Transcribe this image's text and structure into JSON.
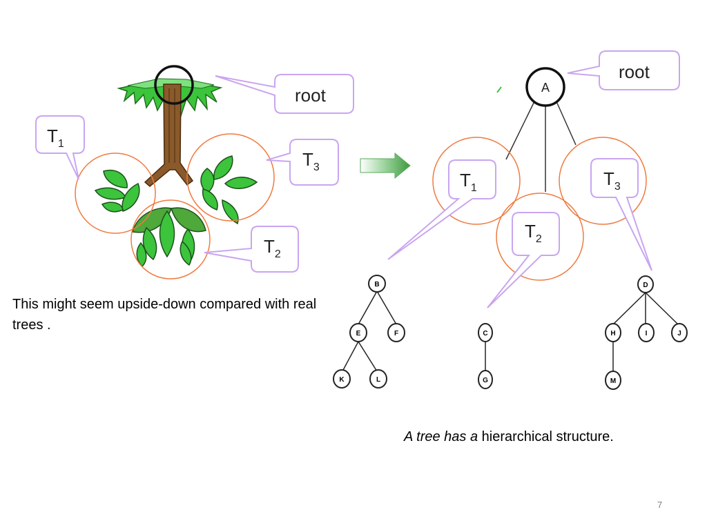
{
  "left_illustration": {
    "root_label": "root",
    "subtrees": [
      {
        "base": "T",
        "sub": "1"
      },
      {
        "base": "T",
        "sub": "2"
      },
      {
        "base": "T",
        "sub": "3"
      }
    ]
  },
  "right_diagram": {
    "root_label": "root",
    "root_node": "A",
    "subtrees": [
      {
        "base": "T",
        "sub": "1"
      },
      {
        "base": "T",
        "sub": "2"
      },
      {
        "base": "T",
        "sub": "3"
      }
    ],
    "tree_nodes": [
      "B",
      "E",
      "F",
      "K",
      "L",
      "C",
      "G",
      "D",
      "H",
      "I",
      "J",
      "M"
    ]
  },
  "captions": {
    "left": "This might seem upside-down compared with real trees .",
    "right_italic": "A tree has a",
    "right_rest": " hierarchical structure."
  },
  "page_number": "7",
  "colors": {
    "callout_border": "#c9a5f0",
    "subtree_circle": "#f07a3f",
    "leaf_green": "#3cc43c",
    "trunk_brown": "#8b5a2b",
    "arrow_green": "#3f9a3f"
  }
}
